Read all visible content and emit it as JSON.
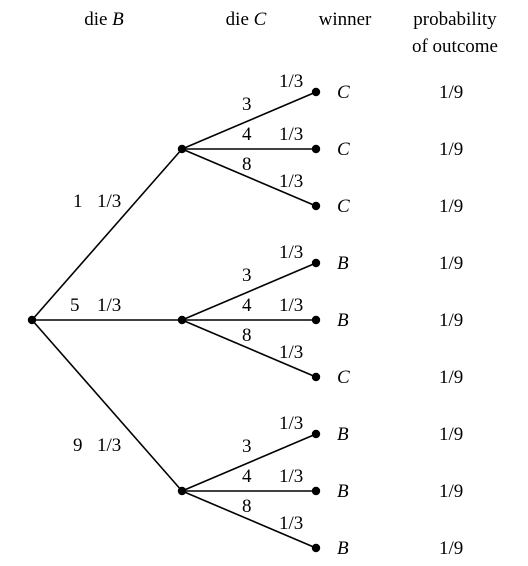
{
  "headers": {
    "die_b": "die",
    "die_b_var": "B",
    "die_c": "die",
    "die_c_var": "C",
    "winner": "winner",
    "probability_line1": "probability",
    "probability_line2": "of outcome"
  },
  "first_level": [
    {
      "face": "1",
      "prob": "1/3"
    },
    {
      "face": "5",
      "prob": "1/3"
    },
    {
      "face": "9",
      "prob": "1/3"
    }
  ],
  "second_level_faces": [
    "3",
    "4",
    "8"
  ],
  "second_level_prob": "1/3",
  "outcomes": [
    {
      "winner": "C",
      "probability": "1/9"
    },
    {
      "winner": "C",
      "probability": "1/9"
    },
    {
      "winner": "C",
      "probability": "1/9"
    },
    {
      "winner": "B",
      "probability": "1/9"
    },
    {
      "winner": "B",
      "probability": "1/9"
    },
    {
      "winner": "C",
      "probability": "1/9"
    },
    {
      "winner": "B",
      "probability": "1/9"
    },
    {
      "winner": "B",
      "probability": "1/9"
    },
    {
      "winner": "B",
      "probability": "1/9"
    }
  ]
}
